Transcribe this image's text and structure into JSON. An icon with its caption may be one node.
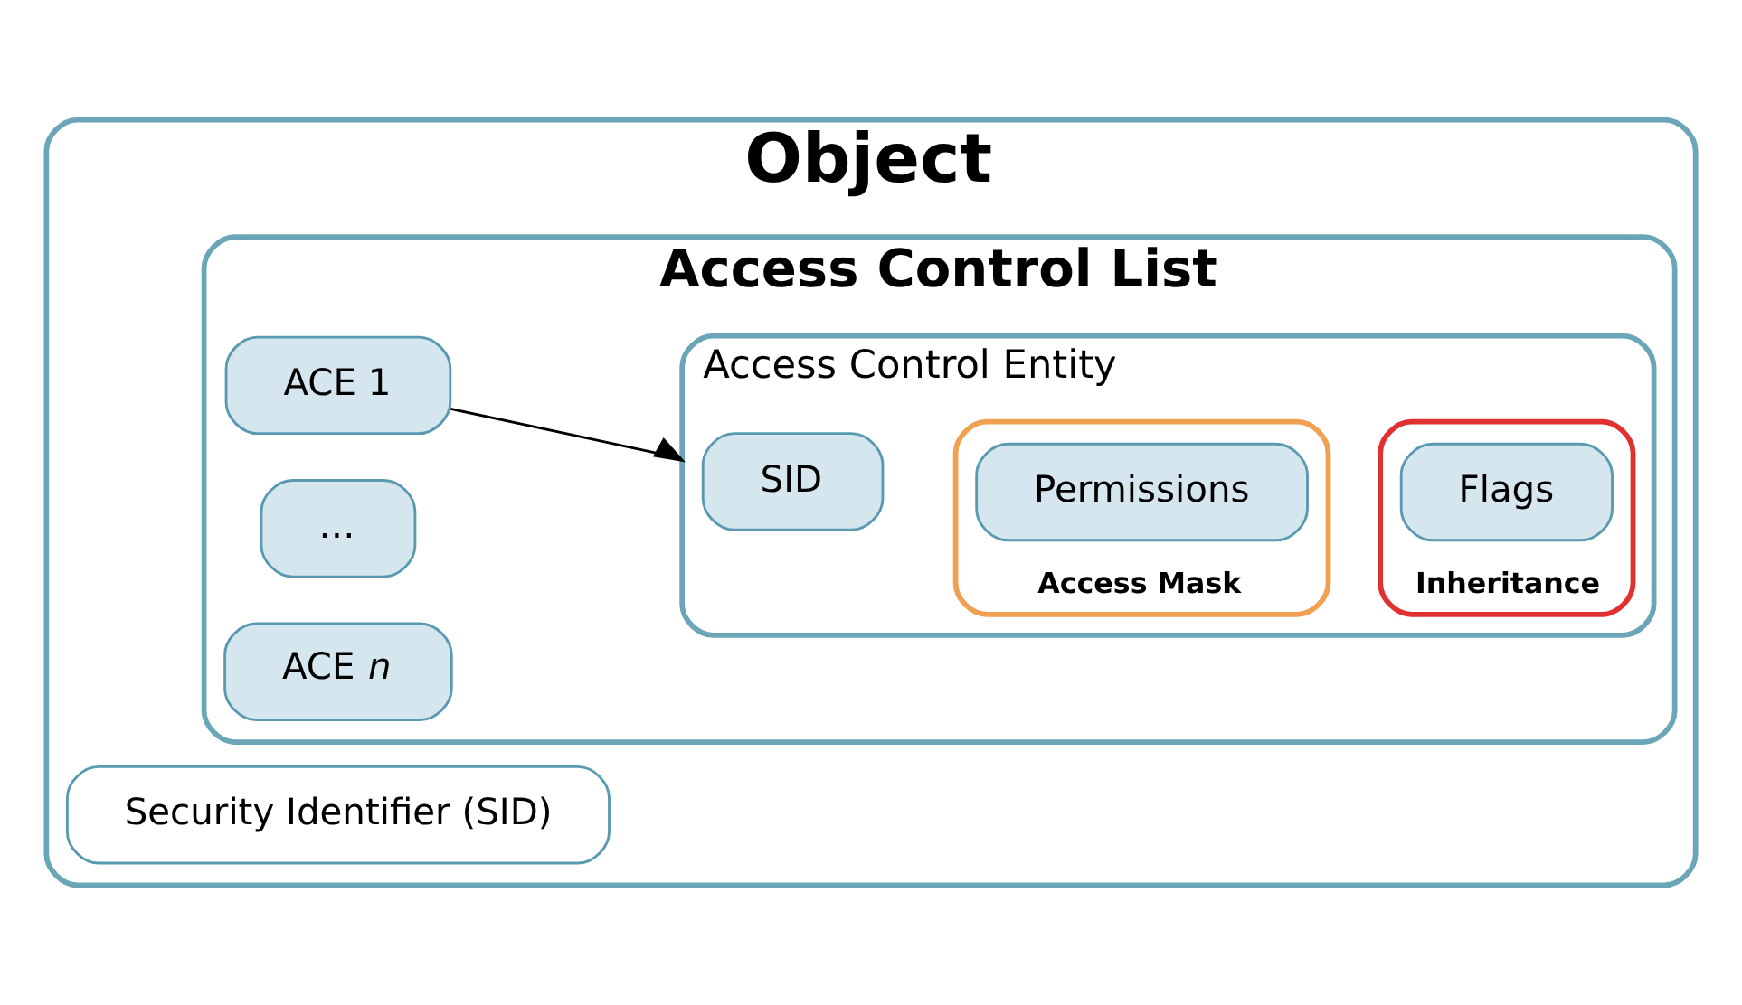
{
  "diagram": {
    "nodes": [
      {
        "text": [
          "Object"
        ]
      },
      {
        "text": [
          "Security Identifier (SID)"
        ],
        "in": 0
      },
      {
        "text": [
          "Access Control List"
        ],
        "in": 0
      },
      {
        "text": [
          "ACE 1"
        ],
        "in": 2
      },
      {
        "text": [
          "…"
        ],
        "in": 2
      },
      {
        "text": [
          "ACE *n*"
        ],
        "in": 2
      },
      {
        "text": [
          "Access Control Entity"
        ],
        "in": 2
      },
      {
        "text": [
          "SID"
        ],
        "in": 6
      },
      {
        "text": [
          "Access Mask"
        ],
        "in": 6
      },
      {
        "text": [
          "Permissions"
        ],
        "in": 8
      },
      {
        "text": [
          "Inheritance"
        ],
        "in": 6
      },
      {
        "text": [
          "Flags"
        ],
        "in": 10
      }
    ],
    "edges": [
      {
        "from": 3,
        "to": 6,
        "arrow": "to"
      }
    ]
  }
}
